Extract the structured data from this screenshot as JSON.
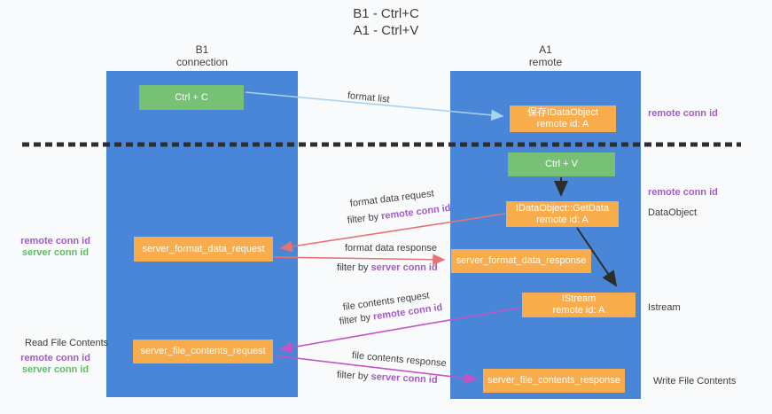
{
  "title": {
    "line1": "B1 - Ctrl+C",
    "line2": "A1 - Ctrl+V"
  },
  "lanes": {
    "left": {
      "title": "B1",
      "subtitle": "connection"
    },
    "right": {
      "title": "A1",
      "subtitle": "remote"
    }
  },
  "nodes": {
    "ctrl_c": {
      "label": "Ctrl + C"
    },
    "ctrl_v": {
      "label": "Ctrl + V"
    },
    "save_dataobject": {
      "line1": "保存IDataObject",
      "line2": "remote id: A"
    },
    "getdata": {
      "line1": "IDataObject::GetData",
      "line2": "remote id: A"
    },
    "istream": {
      "line1": "IStream",
      "line2": "remote id: A"
    },
    "server_format_data_request": {
      "label": "server_format_data_request"
    },
    "server_format_data_response": {
      "label": "server_format_data_response"
    },
    "server_file_contents_request": {
      "label": "server_file_contents_request"
    },
    "server_file_contents_response": {
      "label": "server_file_contents_response"
    }
  },
  "edge_labels": {
    "format_list": "format list",
    "format_data_request": "format data request",
    "format_data_response": "format data response",
    "file_contents_request": "file contents request",
    "file_contents_response": "file contents response",
    "filter_by": "filter by ",
    "remote_conn_id": "remote conn id",
    "server_conn_id": "server conn id"
  },
  "side_labels": {
    "right_top_remote_conn_id": "remote conn id",
    "right_mid_remote_conn_id": "remote conn id",
    "dataobject": "DataObject",
    "istream": "Istream",
    "write_file_contents": "Write File Contents",
    "left_remote_conn_id": "remote conn id",
    "left_server_conn_id": "server conn id",
    "read_file_contents": "Read File Contents",
    "left_bottom_remote_conn_id": "remote conn id",
    "left_bottom_server_conn_id": "server conn id"
  },
  "colors": {
    "lane_blue": "#4a86d8",
    "node_green": "#77c175",
    "node_orange": "#f9ac4c",
    "arrow_lightblue": "#a9d2f0",
    "arrow_red": "#e57373",
    "arrow_magenta": "#c653c6",
    "arrow_black": "#2d2d2d",
    "text_purple": "#a35bc5",
    "text_green": "#5fbb63"
  }
}
